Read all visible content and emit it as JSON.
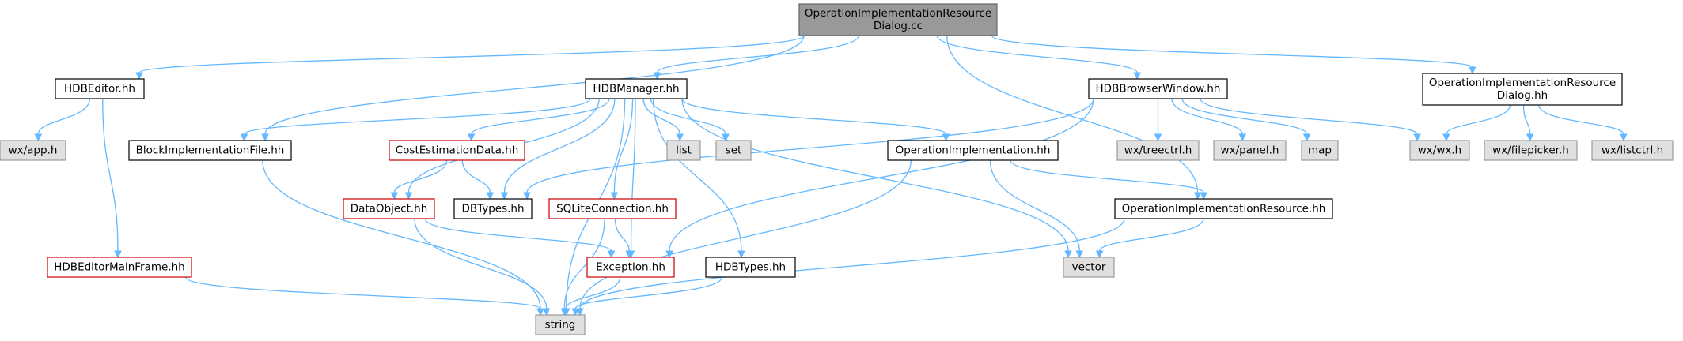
{
  "colors": {
    "root_fill": "#999999",
    "root_stroke": "#666666",
    "normal_fill": "#ffffff",
    "normal_stroke": "#000000",
    "ext_fill": "#e0e0e0",
    "ext_stroke": "#999999",
    "red_stroke": "#cc0000",
    "edge": "#63b8ff"
  },
  "nodes": [
    {
      "id": "root",
      "lines": [
        "OperationImplementationResource",
        "Dialog.cc"
      ],
      "kind": "root"
    },
    {
      "id": "hdbeditor",
      "lines": [
        "HDBEditor.hh"
      ],
      "kind": "normal"
    },
    {
      "id": "hdbmanager",
      "lines": [
        "HDBManager.hh"
      ],
      "kind": "normal"
    },
    {
      "id": "hdbbrowser",
      "lines": [
        "HDBBrowserWindow.hh"
      ],
      "kind": "normal"
    },
    {
      "id": "dialog_hh",
      "lines": [
        "OperationImplementationResource",
        "Dialog.hh"
      ],
      "kind": "normal"
    },
    {
      "id": "wxapp",
      "lines": [
        "wx/app.h"
      ],
      "kind": "ext"
    },
    {
      "id": "blockimpl",
      "lines": [
        "BlockImplementationFile.hh"
      ],
      "kind": "normal"
    },
    {
      "id": "costest",
      "lines": [
        "CostEstimationData.hh"
      ],
      "kind": "red"
    },
    {
      "id": "list",
      "lines": [
        "list"
      ],
      "kind": "ext"
    },
    {
      "id": "set",
      "lines": [
        "set"
      ],
      "kind": "ext"
    },
    {
      "id": "opimpl",
      "lines": [
        "OperationImplementation.hh"
      ],
      "kind": "normal"
    },
    {
      "id": "wxtreectrl",
      "lines": [
        "wx/treectrl.h"
      ],
      "kind": "ext"
    },
    {
      "id": "wxpanel",
      "lines": [
        "wx/panel.h"
      ],
      "kind": "ext"
    },
    {
      "id": "map",
      "lines": [
        "map"
      ],
      "kind": "ext"
    },
    {
      "id": "wxwx",
      "lines": [
        "wx/wx.h"
      ],
      "kind": "ext"
    },
    {
      "id": "wxfilepicker",
      "lines": [
        "wx/filepicker.h"
      ],
      "kind": "ext"
    },
    {
      "id": "wxlistctrl",
      "lines": [
        "wx/listctrl.h"
      ],
      "kind": "ext"
    },
    {
      "id": "dataobject",
      "lines": [
        "DataObject.hh"
      ],
      "kind": "red"
    },
    {
      "id": "dbtypes",
      "lines": [
        "DBTypes.hh"
      ],
      "kind": "normal"
    },
    {
      "id": "sqlite",
      "lines": [
        "SQLiteConnection.hh"
      ],
      "kind": "red"
    },
    {
      "id": "opimplres",
      "lines": [
        "OperationImplementationResource.hh"
      ],
      "kind": "normal"
    },
    {
      "id": "mainframe",
      "lines": [
        "HDBEditorMainFrame.hh"
      ],
      "kind": "red"
    },
    {
      "id": "exception",
      "lines": [
        "Exception.hh"
      ],
      "kind": "red"
    },
    {
      "id": "hdbtypes",
      "lines": [
        "HDBTypes.hh"
      ],
      "kind": "normal"
    },
    {
      "id": "vector",
      "lines": [
        "vector"
      ],
      "kind": "ext"
    },
    {
      "id": "string",
      "lines": [
        "string"
      ],
      "kind": "ext"
    }
  ],
  "edges": [
    [
      "root",
      "hdbeditor"
    ],
    [
      "root",
      "hdbmanager"
    ],
    [
      "root",
      "hdbbrowser"
    ],
    [
      "root",
      "dialog_hh"
    ],
    [
      "root",
      "blockimpl"
    ],
    [
      "root",
      "opimplres"
    ],
    [
      "hdbeditor",
      "wxapp"
    ],
    [
      "hdbeditor",
      "mainframe"
    ],
    [
      "hdbmanager",
      "blockimpl"
    ],
    [
      "hdbmanager",
      "costest"
    ],
    [
      "hdbmanager",
      "list"
    ],
    [
      "hdbmanager",
      "set"
    ],
    [
      "hdbmanager",
      "opimpl"
    ],
    [
      "hdbmanager",
      "dataobject"
    ],
    [
      "hdbmanager",
      "dbtypes"
    ],
    [
      "hdbmanager",
      "sqlite"
    ],
    [
      "hdbmanager",
      "exception"
    ],
    [
      "hdbmanager",
      "hdbtypes"
    ],
    [
      "hdbmanager",
      "vector"
    ],
    [
      "hdbmanager",
      "string"
    ],
    [
      "hdbbrowser",
      "wxtreectrl"
    ],
    [
      "hdbbrowser",
      "wxpanel"
    ],
    [
      "hdbbrowser",
      "map"
    ],
    [
      "hdbbrowser",
      "wxwx"
    ],
    [
      "hdbbrowser",
      "dbtypes"
    ],
    [
      "hdbbrowser",
      "exception"
    ],
    [
      "dialog_hh",
      "wxwx"
    ],
    [
      "dialog_hh",
      "wxfilepicker"
    ],
    [
      "dialog_hh",
      "wxlistctrl"
    ],
    [
      "blockimpl",
      "string"
    ],
    [
      "costest",
      "dataobject"
    ],
    [
      "costest",
      "dbtypes"
    ],
    [
      "opimpl",
      "opimplres"
    ],
    [
      "opimpl",
      "vector"
    ],
    [
      "opimpl",
      "string"
    ],
    [
      "dataobject",
      "exception"
    ],
    [
      "dataobject",
      "string"
    ],
    [
      "sqlite",
      "exception"
    ],
    [
      "sqlite",
      "string"
    ],
    [
      "opimplres",
      "vector"
    ],
    [
      "opimplres",
      "string"
    ],
    [
      "mainframe",
      "string"
    ],
    [
      "exception",
      "string"
    ],
    [
      "hdbtypes",
      "string"
    ]
  ]
}
